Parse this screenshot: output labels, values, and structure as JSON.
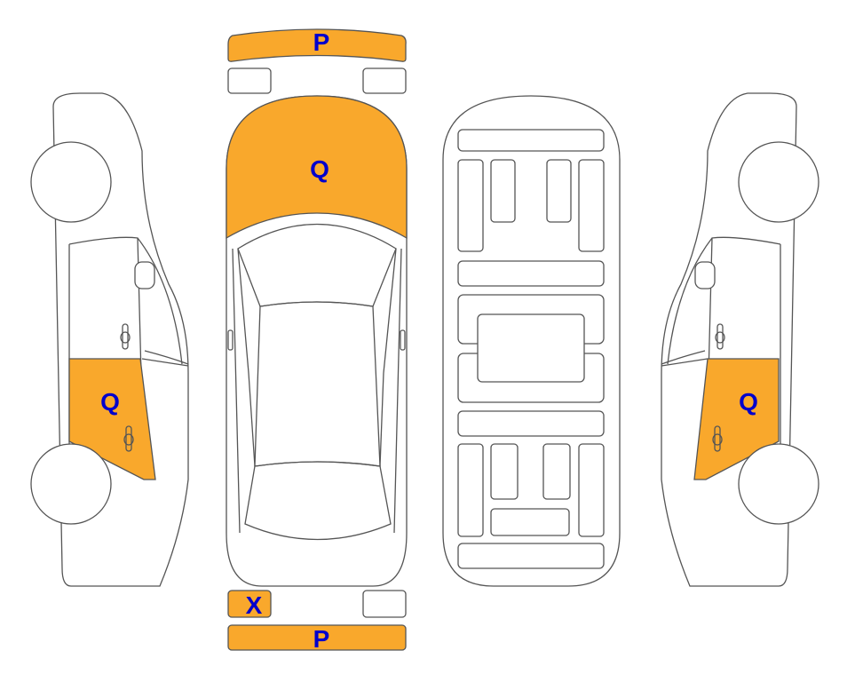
{
  "colors": {
    "damage": "#F9A82C",
    "label": "#0000CC",
    "outline": "#555555"
  },
  "parts": {
    "front_bumper": {
      "code": "P"
    },
    "hood": {
      "code": "Q"
    },
    "rear_left_light": {
      "code": "X"
    },
    "rear_bumper": {
      "code": "P"
    },
    "left_rear_door": {
      "code": "Q"
    },
    "right_rear_door": {
      "code": "Q"
    }
  }
}
